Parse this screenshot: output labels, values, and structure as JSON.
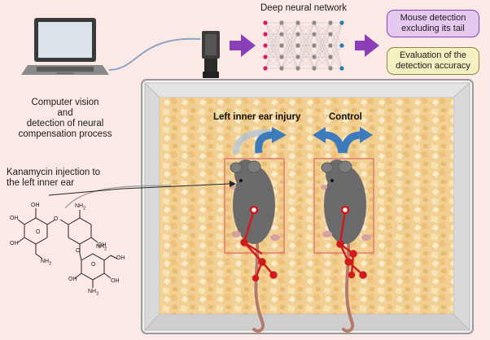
{
  "figure": {
    "network_label": "Deep neural network",
    "output_box_1": "Mouse detection excluding its tail",
    "output_box_2": "Evaluation  of the detection accuracy",
    "computer_caption_line1": "Computer vision",
    "computer_caption_line2": "and",
    "computer_caption_line3": "detection of neural",
    "computer_caption_line4": "compensation process",
    "injection_caption_line1": "Kanamycin injection to",
    "injection_caption_line2": "the left inner ear",
    "left_mouse_label": "Left inner ear injury",
    "right_mouse_label": "Control",
    "molecule_labels": {
      "oh1": "OH",
      "oh2": "OH",
      "oh3": "OH",
      "oh4": "OH",
      "oh5": "OH",
      "oh6": "OH",
      "oh7": "OH",
      "nh2_1": "NH",
      "nh2_2": "NH",
      "nh2_3": "NH",
      "nh2_4": "NH",
      "sub2": "2",
      "o1": "O",
      "o2": "O",
      "o3": "O",
      "o4": "O"
    }
  },
  "colors": {
    "background": "#fbe9e5",
    "arrow_purple": "#8a3fb8",
    "box1_fill": "#e6c9f0",
    "box1_border": "#8a3fb8",
    "box2_fill": "#f3f0c2",
    "box2_border": "#8a8a3a",
    "arena_border": "#a9a9a9",
    "bedding": "#f2cf8e",
    "curl_arrow": "#3d7bbd",
    "skeleton": "#d11b1b",
    "roi_border": "#e07a72"
  }
}
